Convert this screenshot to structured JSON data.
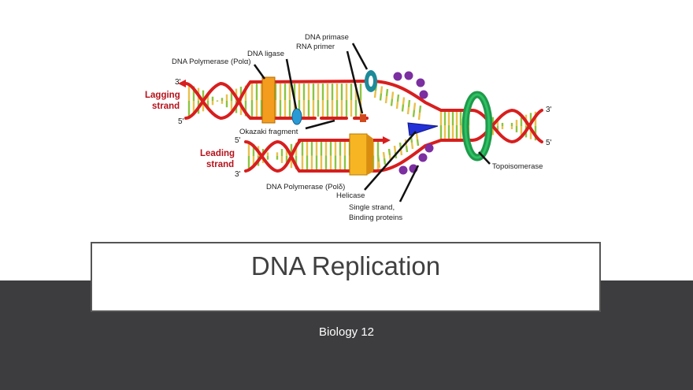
{
  "slide": {
    "title": "DNA Replication",
    "subtitle": "Biology 12"
  },
  "diagram": {
    "labels": {
      "dna_primase": "DNA primase",
      "rna_primer": "RNA primer",
      "dna_ligase": "DNA ligase",
      "pol_alpha": "DNA Polymerase (Polα)",
      "okazaki": "Okazaki fragment",
      "pol_delta": "DNA Polymerase (Polδ)",
      "helicase": "Helicase",
      "ssb_line1": "Single strand,",
      "ssb_line2": "Binding proteins",
      "topoisomerase": "Topoisomerase"
    },
    "strands": {
      "lagging_line1": "Lagging",
      "lagging_line2": "strand",
      "leading_line1": "Leading",
      "leading_line2": "strand"
    },
    "ends": {
      "lag_left_top": "3'",
      "lag_left_bottom": "5'",
      "lead_left_top": "5'",
      "lead_left_bottom": "3'",
      "right_top": "3'",
      "right_bottom": "5'"
    },
    "colors": {
      "backbone": "#d81e1e",
      "base_yellow": "#e9c04a",
      "base_green": "#8cc43f",
      "polymerase": "#f39c1e",
      "ligase": "#2a9ad6",
      "primase": "#1d8a99",
      "ssb": "#7b2fa0",
      "helicase": "#2230d8",
      "topoisomerase": "#1e9a4a"
    }
  }
}
